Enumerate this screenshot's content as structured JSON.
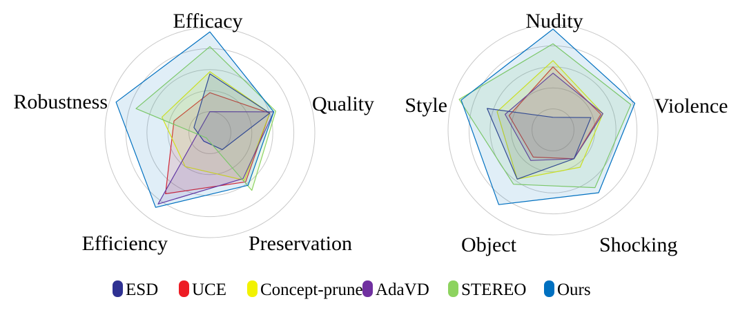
{
  "colors": {
    "ESD": "#2e3192",
    "UCE": "#ed1c24",
    "Concept-prune": "#f2f200",
    "AdaVD": "#7030a0",
    "STEREO": "#8dd35f",
    "Ours": "#0070c0",
    "grid": "#c8c8c8"
  },
  "legend": [
    "ESD",
    "UCE",
    "Concept-prune",
    "AdaVD",
    "STEREO",
    "Ours"
  ],
  "chart_data": [
    {
      "type": "radar",
      "axes": [
        "Efficacy",
        "Quality",
        "Preservation",
        "Efficiency",
        "Robustness"
      ],
      "range": [
        0,
        5
      ],
      "rings": 5,
      "grid": true,
      "series": [
        {
          "name": "ESD",
          "values": [
            2.8,
            3.0,
            1.0,
            0.5,
            0.8
          ]
        },
        {
          "name": "UCE",
          "values": [
            1.9,
            3.0,
            2.9,
            3.6,
            1.8
          ]
        },
        {
          "name": "Concept-prune",
          "values": [
            2.9,
            3.0,
            2.8,
            2.0,
            2.4
          ]
        },
        {
          "name": "AdaVD",
          "values": [
            1.0,
            3.2,
            2.7,
            4.2,
            0.5
          ]
        },
        {
          "name": "STEREO",
          "values": [
            4.1,
            3.3,
            3.4,
            0.3,
            3.7
          ]
        },
        {
          "name": "Ours",
          "values": [
            4.8,
            3.2,
            3.1,
            4.4,
            4.7
          ]
        }
      ]
    },
    {
      "type": "radar",
      "axes": [
        "Nudity",
        "Violence",
        "Shocking",
        "Object",
        "Style"
      ],
      "range": [
        0,
        5
      ],
      "rings": 5,
      "grid": true,
      "series": [
        {
          "name": "ESD",
          "values": [
            0.6,
            1.9,
            1.7,
            2.9,
            3.3
          ]
        },
        {
          "name": "UCE",
          "values": [
            3.0,
            2.4,
            1.7,
            1.6,
            2.2
          ]
        },
        {
          "name": "Concept-prune",
          "values": [
            3.3,
            2.5,
            2.2,
            2.9,
            2.8
          ]
        },
        {
          "name": "AdaVD",
          "values": [
            2.7,
            2.5,
            1.7,
            1.8,
            2.4
          ]
        },
        {
          "name": "STEREO",
          "values": [
            4.1,
            3.9,
            3.4,
            3.2,
            4.7
          ]
        },
        {
          "name": "Ours",
          "values": [
            4.8,
            4.1,
            3.7,
            4.4,
            4.6
          ]
        }
      ]
    }
  ]
}
